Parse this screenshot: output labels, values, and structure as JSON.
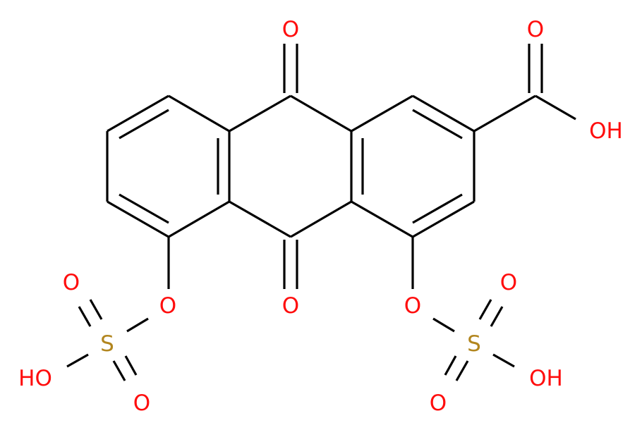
{
  "diagram": {
    "type": "chemical-structure",
    "description": "Anthraquinone core bearing a carboxylic acid and two sulfooxy (O-SO3H) groups",
    "colors": {
      "bond": "#000000",
      "oxygen": "#FF0D0D",
      "sulfur": "#B2861F",
      "background": "#FFFFFF"
    },
    "atoms": {
      "o_top_carbonyl": "O",
      "o_bottom_carbonyl": "O",
      "o_acid_carbonyl": "O",
      "oh_acid": "OH",
      "o_left_ester": "O",
      "s_left": "S",
      "o_left_s_top": "O",
      "o_left_s_bottom": "O",
      "ho_left": "HO",
      "o_right_ester": "O",
      "s_right": "S",
      "o_right_s_top": "O",
      "o_right_s_bottom": "O",
      "oh_right": "OH"
    }
  }
}
